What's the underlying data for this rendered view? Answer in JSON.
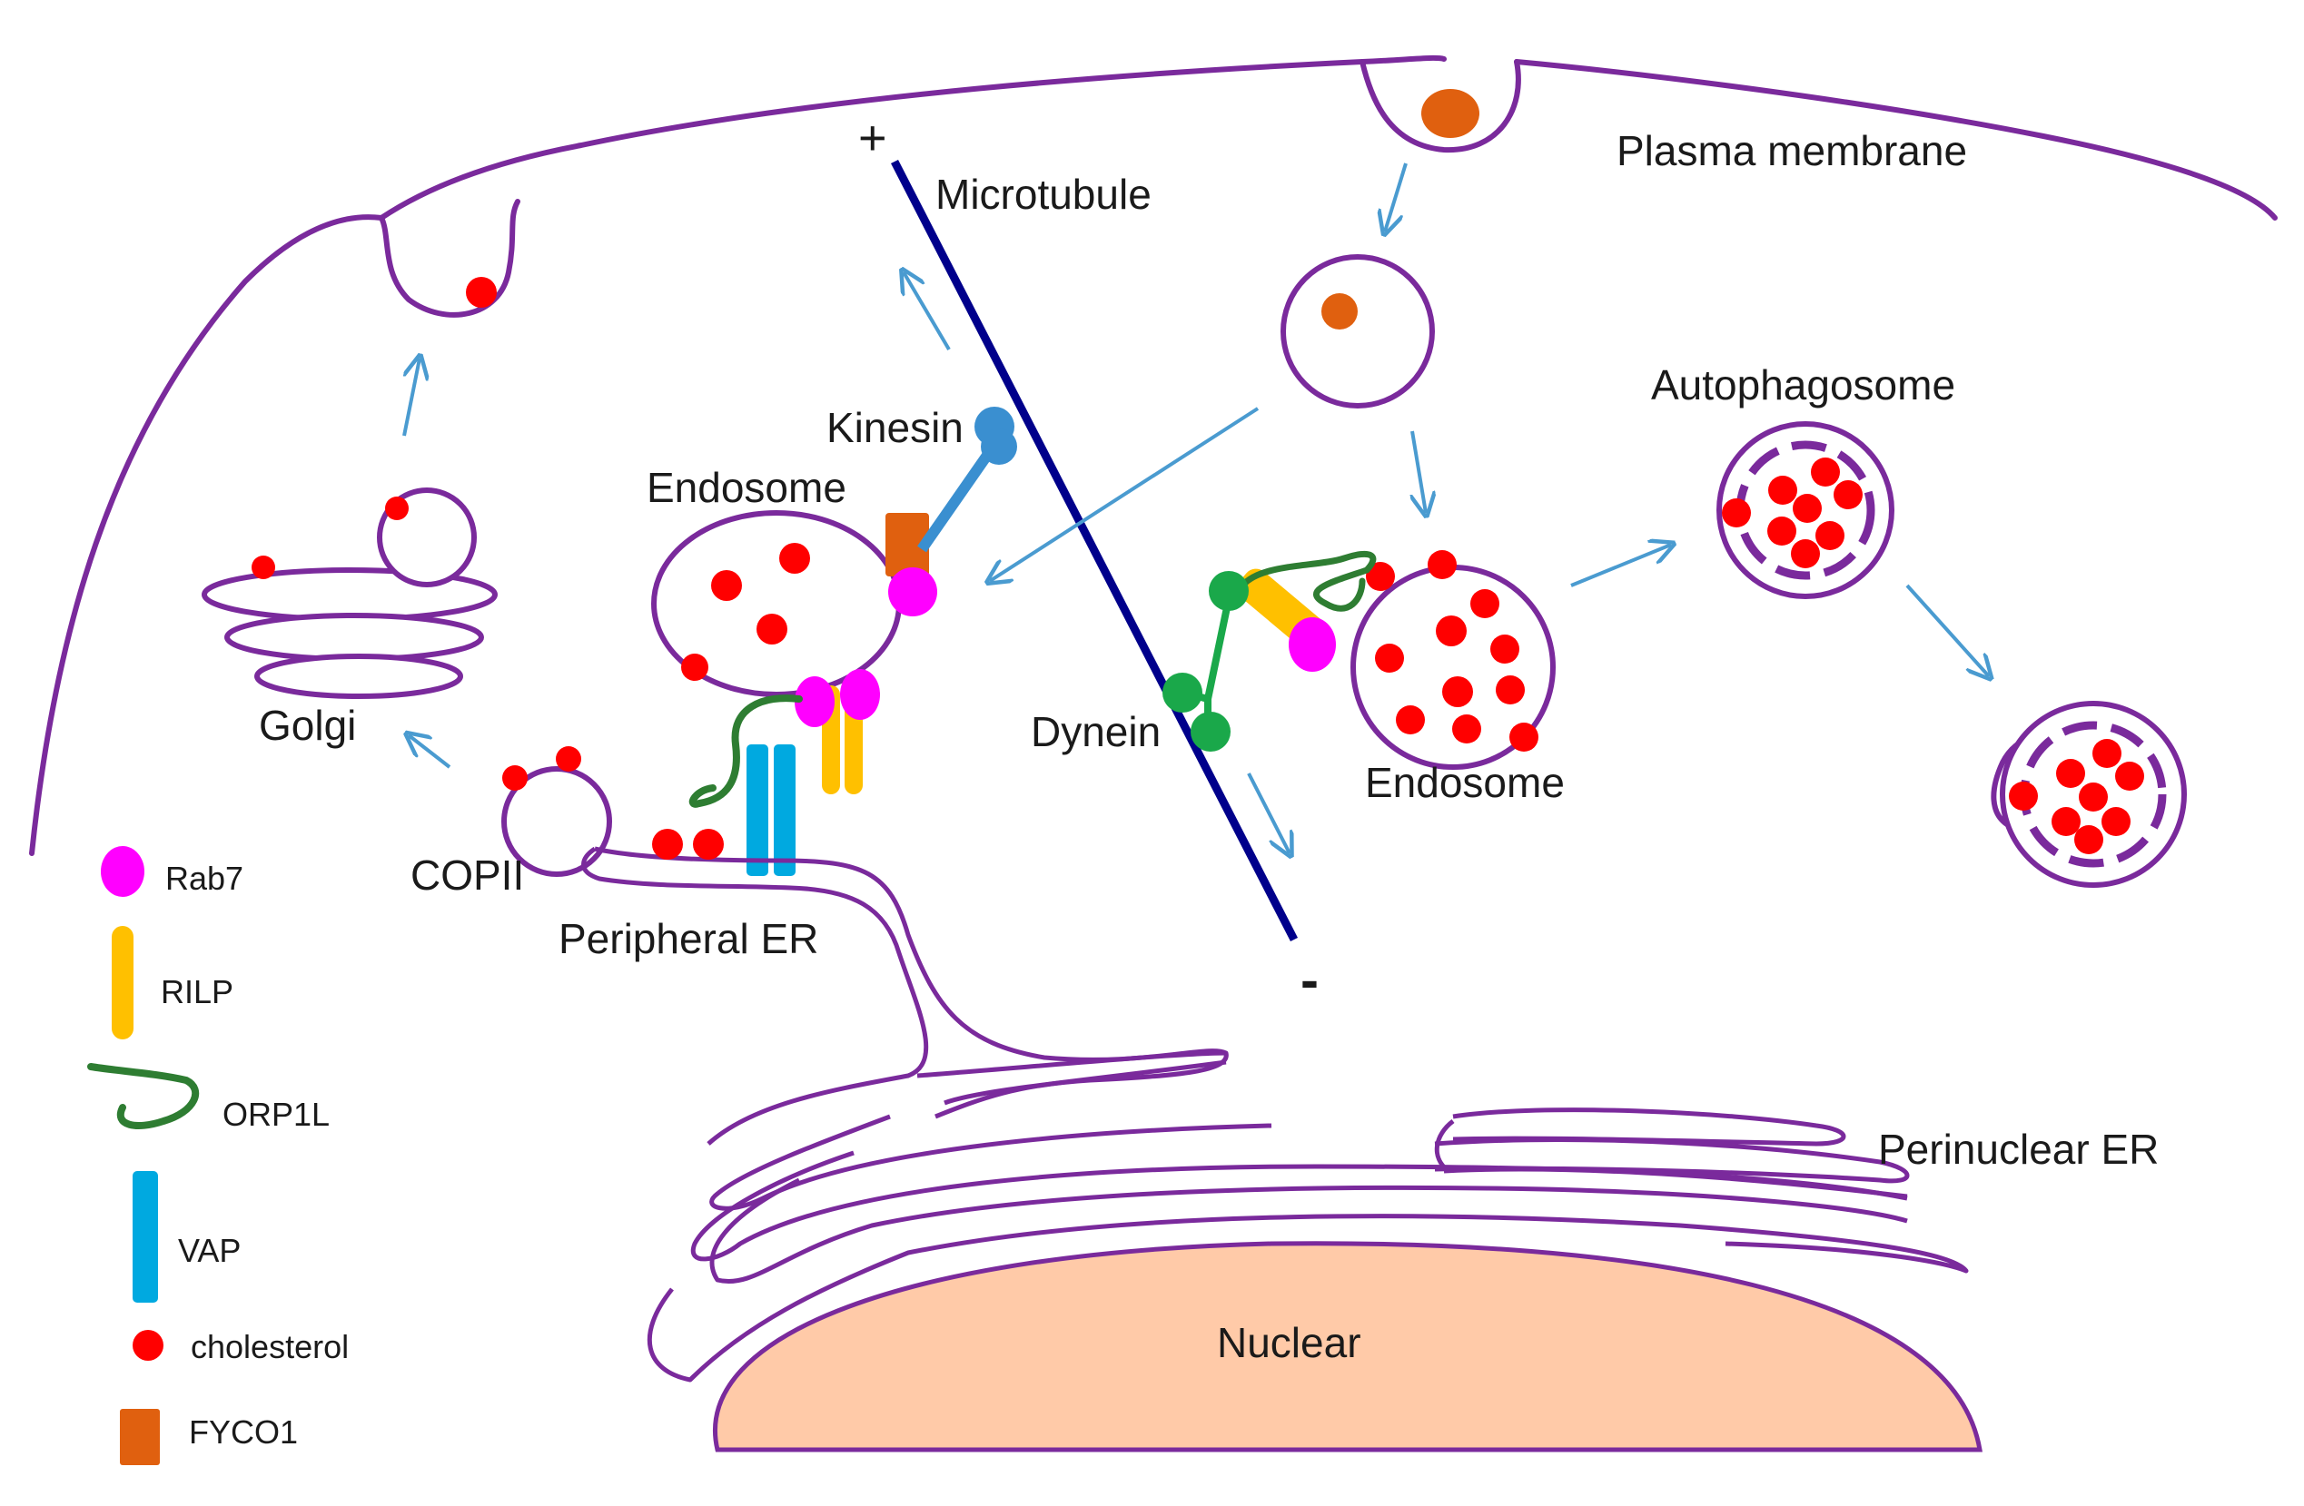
{
  "labels": {
    "plasma_membrane": "Plasma membrane",
    "microtubule": "Microtubule",
    "plus_end": "+",
    "minus_end": "-",
    "kinesin": "Kinesin",
    "endosome_left": "Endosome",
    "endosome_right": "Endosome",
    "dynein": "Dynein",
    "autophagosome": "Autophagosome",
    "golgi": "Golgi",
    "copii": "COPII",
    "peripheral_er": "Peripheral ER",
    "perinuclear_er": "Perinuclear ER",
    "nuclear": "Nuclear"
  },
  "legend": [
    {
      "label": "Rab7",
      "icon": "rab7-icon",
      "color": "#ff00ff"
    },
    {
      "label": "RILP",
      "icon": "rilp-icon",
      "color": "#ffc000"
    },
    {
      "label": "ORP1L",
      "icon": "orp1l-icon",
      "color": "#2e7d32"
    },
    {
      "label": "VAP",
      "icon": "vap-icon",
      "color": "#00a9e0"
    },
    {
      "label": "cholesterol",
      "icon": "cholesterol-icon",
      "color": "#ff0000"
    },
    {
      "label": "FYCO1",
      "icon": "fyco1-icon",
      "color": "#e0600f"
    }
  ],
  "colors": {
    "membrane": "#7a2a9c",
    "microtubule": "#00008b",
    "arrow": "#4a9bd0",
    "nucleus_fill": "#ffcaa8",
    "cargo": "#e0600f",
    "kinesin": "#3a8fd0",
    "dynein": "#1aa84a"
  }
}
